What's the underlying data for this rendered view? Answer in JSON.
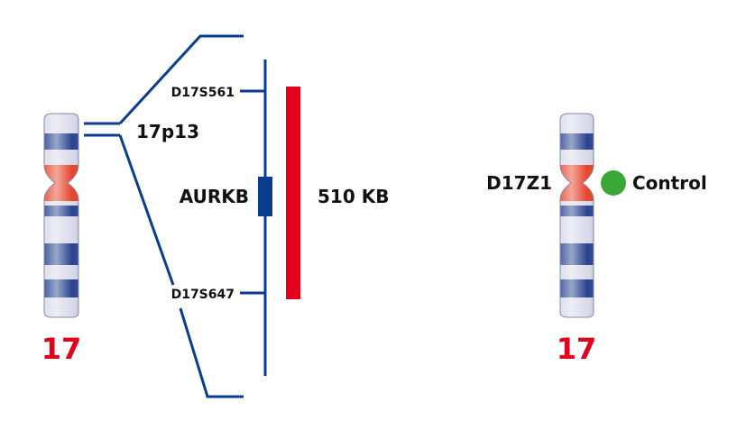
{
  "colors": {
    "line": "#0a3d8f",
    "band_dark": "#1e3a8a",
    "band_light": "#d6d7ea",
    "centromere": "#e53a1f",
    "region_bar": "#e2001a",
    "probe_signal": "#3aa836",
    "chromosome_number": "#e2001a"
  },
  "left_chromosome": {
    "number": "17",
    "region_label": "17p13"
  },
  "zoom": {
    "top_marker": "D17S561",
    "bottom_marker": "D17S647",
    "gene_label": "AURKB",
    "size_label": "510 KB"
  },
  "right_chromosome": {
    "number": "17",
    "probe_label": "D17Z1",
    "signal_label": "Control"
  }
}
